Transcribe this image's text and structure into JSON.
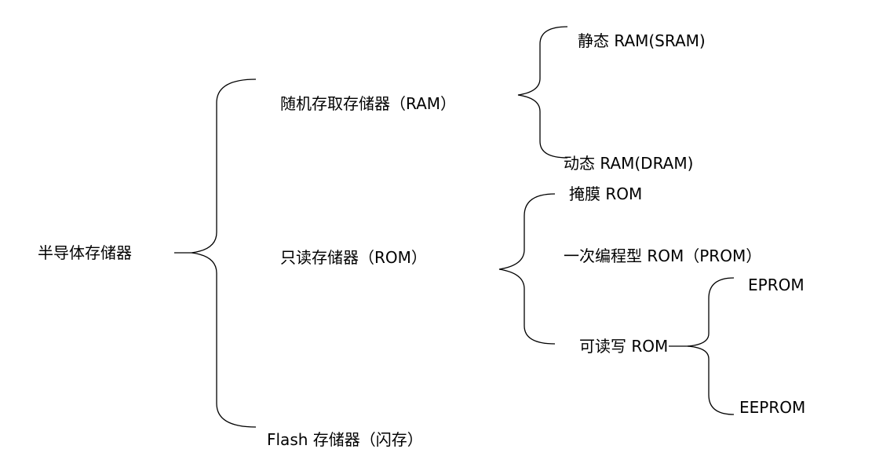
{
  "diagram": {
    "root": "半导体存储器",
    "ram": {
      "label": "随机存取存储器（RAM）",
      "sram": "静态 RAM(SRAM)",
      "dram": "动态 RAM(DRAM)"
    },
    "rom": {
      "label": "只读存储器（ROM）",
      "mask": "掩膜 ROM",
      "prom": "一次编程型 ROM（PROM）",
      "rw": {
        "label": "可读写 ROM",
        "eprom": "EPROM",
        "eeprom": "EEPROM"
      }
    },
    "flash": "Flash 存储器（闪存）"
  }
}
